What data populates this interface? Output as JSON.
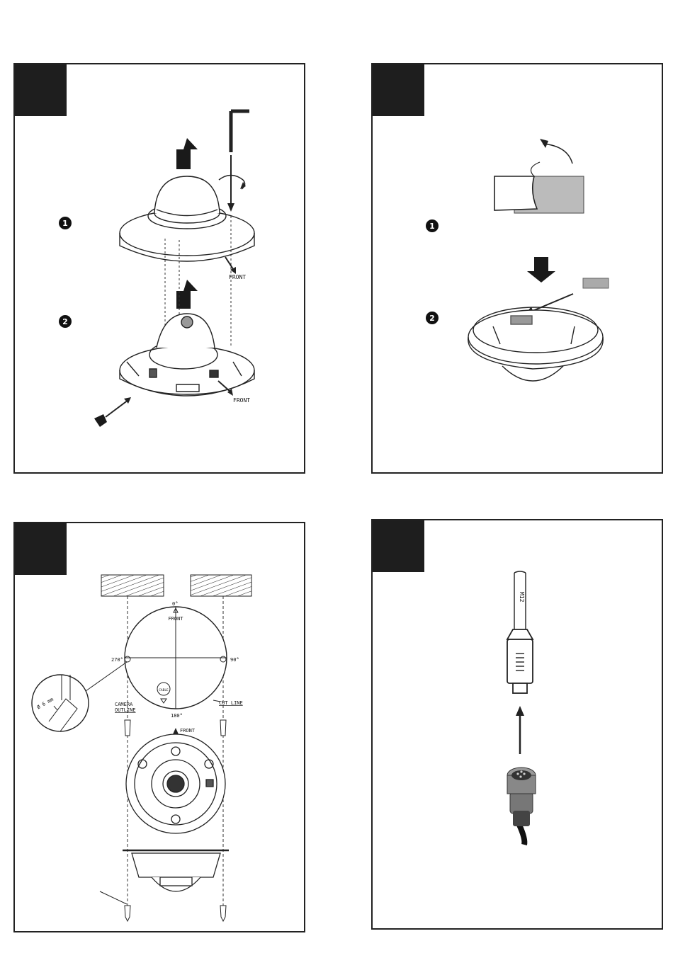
{
  "panel1": {
    "step1_badge": "1",
    "step2_badge": "2",
    "front_label_top": "FRONT",
    "front_label_bottom": "FRONT"
  },
  "panel2": {
    "step1_badge": "1",
    "step2_badge": "2"
  },
  "panel3": {
    "angle_0": "0°",
    "angle_90": "90°",
    "angle_180": "180°",
    "angle_270": "270°",
    "front_label_template": "FRONT",
    "front_label_base": "FRONT",
    "camera_outline_1": "CAMERA",
    "camera_outline_2": "OUTLINE",
    "cut_line": "CUT LINE",
    "cable_label": "CABLE",
    "drill_size": "Ø 6 mm"
  },
  "panel4": {
    "cable_label": "M12"
  }
}
